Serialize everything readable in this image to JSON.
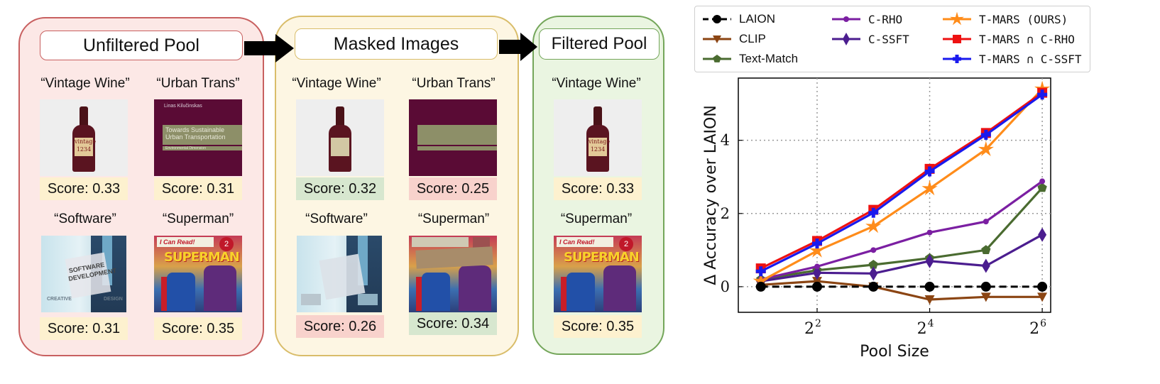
{
  "diagram": {
    "panels": [
      {
        "title": "Unfiltered Pool",
        "border": "#c86060",
        "fill": "#fce8e6"
      },
      {
        "title": "Masked Images",
        "border": "#d9bd6a",
        "fill": "#fdf6e3"
      },
      {
        "title": "Filtered Pool",
        "border": "#74a65a",
        "fill": "#eaf5e1"
      }
    ],
    "items": {
      "vintage_wine": "“Vintage Wine”",
      "urban_trans": "“Urban Trans”",
      "software": "“Software”",
      "superman": "“Superman”"
    },
    "scores": {
      "unfiltered": [
        "Score: 0.33",
        "Score: 0.31",
        "Score: 0.31",
        "Score: 0.35"
      ],
      "masked": [
        "Score: 0.32",
        "Score: 0.25",
        "Score: 0.26",
        "Score: 0.34"
      ],
      "filtered": [
        "Score: 0.33",
        "Score: 0.35"
      ]
    },
    "thumb_text": {
      "wine_label": "vintage 1234",
      "book_author": "Linas Kilučinskas",
      "book_title": "Towards Sustainable Urban Transportation",
      "book_sub": "Environmental Dimension",
      "software_card": "SOFTWARE DEVELOPMENT",
      "software_left": "CREATIVE",
      "software_right": "DESIGN",
      "superman_banner": "I Can Read!",
      "superman_level": "2",
      "superman_title": "SUPERMAN"
    }
  },
  "chart_data": {
    "type": "line",
    "xlabel": "Pool Size",
    "ylabel": "Δ Accuracy over LAION",
    "x_scale": "log2",
    "x": [
      2,
      4,
      8,
      16,
      32,
      64
    ],
    "x_ticks": [
      {
        "value": 4,
        "base": "2",
        "exp": "2"
      },
      {
        "value": 16,
        "base": "2",
        "exp": "4"
      },
      {
        "value": 64,
        "base": "2",
        "exp": "6"
      }
    ],
    "y_ticks": [
      0,
      2,
      4
    ],
    "ylim": [
      -0.7,
      5.7
    ],
    "grid": true,
    "legend_position": "top",
    "series": [
      {
        "name": "LAION",
        "color": "#000000",
        "marker": "circle",
        "dashed": true,
        "values": [
          0,
          0,
          0,
          0,
          0,
          0
        ]
      },
      {
        "name": "CLIP",
        "color": "#8b4513",
        "marker": "triangle-down",
        "values": [
          0.05,
          0.15,
          0.0,
          -0.35,
          -0.28,
          -0.28
        ]
      },
      {
        "name": "Text-Match",
        "color": "#4a6b30",
        "marker": "pentagon",
        "values": [
          0.2,
          0.45,
          0.6,
          0.78,
          1.0,
          2.7
        ]
      },
      {
        "name": "C-RHO",
        "color": "#7b1fa2",
        "marker": "dot",
        "values": [
          0.2,
          0.55,
          1.0,
          1.48,
          1.78,
          2.88
        ]
      },
      {
        "name": "C-SSFT",
        "color": "#4b1d8f",
        "marker": "diamond",
        "values": [
          0.15,
          0.38,
          0.36,
          0.7,
          0.57,
          1.42
        ]
      },
      {
        "name": "T-MARS (OURS)",
        "color": "#ff8c1a",
        "marker": "star",
        "values": [
          0.15,
          0.98,
          1.65,
          2.68,
          3.75,
          5.4
        ]
      },
      {
        "name": "T-MARS ∩ C-RHO",
        "color": "#ee1111",
        "marker": "square",
        "values": [
          0.5,
          1.25,
          2.1,
          3.22,
          4.2,
          5.3
        ]
      },
      {
        "name": "T-MARS ∩ C-SSFT",
        "color": "#1a1aee",
        "marker": "plus",
        "values": [
          0.42,
          1.18,
          2.02,
          3.15,
          4.15,
          5.25
        ]
      }
    ]
  }
}
